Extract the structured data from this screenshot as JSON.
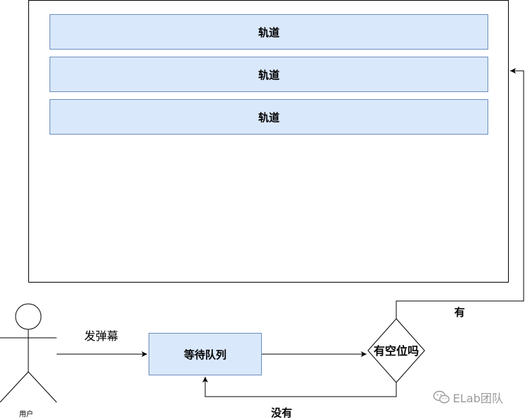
{
  "screen": {
    "tracks": [
      {
        "label": "轨道"
      },
      {
        "label": "轨道"
      },
      {
        "label": "轨道"
      }
    ]
  },
  "flow": {
    "user_label": "用户",
    "send_label": "发弹幕",
    "queue_label": "等待队列",
    "decision_label": "有空位吗",
    "yes_label": "有",
    "no_label": "没有"
  },
  "watermark": {
    "icon": "wechat-icon",
    "text": "ELab团队"
  },
  "colors": {
    "box_fill": "#dae8fc",
    "box_stroke": "#6c8ebf",
    "line": "#000000",
    "watermark": "#9a9a9a"
  }
}
